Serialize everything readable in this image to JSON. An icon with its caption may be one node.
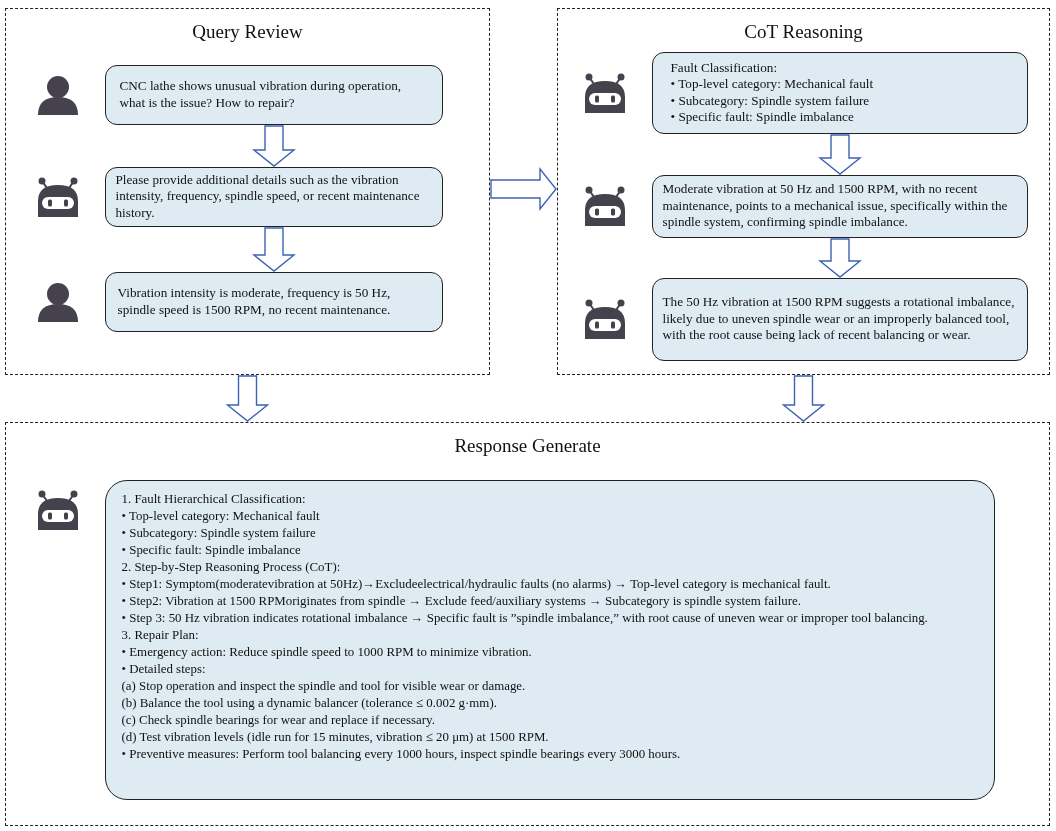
{
  "diagram": {
    "nodes": [
      {
        "text": [
          "Query Review"
        ]
      },
      {
        "text": [
          "CNC lathe shows unusual vibration during operation, what is the issue? How to repair?"
        ],
        "in": 0
      },
      {
        "text": [
          "Please provide additional details such as the vibration intensity, frequency, spindle speed, or recent maintenance history."
        ],
        "in": 0
      },
      {
        "text": [
          "Vibration intensity is moderate, frequency is 50 Hz, spindle speed is 1500 RPM, no recent maintenance."
        ],
        "in": 0
      },
      {
        "text": [
          "CoT Reasoning"
        ]
      },
      {
        "text": [
          "Fault Classification:",
          "• Top-level category: Mechanical fault",
          "• Subcategory: Spindle system failure",
          "• Specific fault: Spindle imbalance"
        ],
        "in": 4
      },
      {
        "text": [
          "Moderate vibration at 50 Hz and 1500 RPM, with no recent maintenance, points to a mechanical issue, specifically within the spindle system, confirming spindle imbalance."
        ],
        "in": 4
      },
      {
        "text": [
          "The 50 Hz vibration at 1500 RPM suggests a rotational imbalance, likely due to uneven spindle wear or an improperly balanced tool, with the root cause being lack of recent balancing or wear."
        ],
        "in": 4
      },
      {
        "text": [
          "Response Generate"
        ]
      },
      {
        "text": [
          "1. Fault Hierarchical Classification:",
          "• Top-level category: Mechanical fault",
          "• Subcategory: Spindle system failure",
          "• Specific fault: Spindle imbalance",
          "2. Step-by-Step Reasoning Process (CoT):",
          "• Step1: Symptom(moderatevibration at 50Hz)→Excludeelectrical/hydraulic faults (no alarms) → Top-level category is mechanical fault.",
          "• Step2: Vibration at 1500 RPMoriginates from spindle → Exclude feed/auxiliary systems → Subcategory is spindle system failure.",
          "• Step 3: 50 Hz vibration indicates rotational imbalance → Specific fault is ”spindle imbalance,” with root cause of uneven wear or improper tool balancing.",
          "3. Repair Plan:",
          "• Emergency action: Reduce spindle speed to 1000 RPM to minimize vibration.",
          "• Detailed steps:",
          "(a) Stop operation and inspect the spindle and tool for visible wear or damage.",
          "(b) Balance the tool using a dynamic balancer (tolerance ≤ 0.002 g·mm).",
          "(c) Check spindle bearings for wear and replace if necessary.",
          "(d) Test vibration levels (idle run for 15 minutes, vibration ≤ 20 μm) at 1500 RPM.",
          "• Preventive measures: Perform tool balancing every 1000 hours, inspect spindle bearings every 3000 hours."
        ],
        "in": 8
      }
    ],
    "edges": [
      {
        "from": 1,
        "to": 2,
        "arrow": "to"
      },
      {
        "from": 2,
        "to": 3,
        "arrow": "to"
      },
      {
        "from": 0,
        "to": 4,
        "arrow": "to"
      },
      {
        "from": 5,
        "to": 6,
        "arrow": "to"
      },
      {
        "from": 6,
        "to": 7,
        "arrow": "to"
      },
      {
        "from": 0,
        "to": 8,
        "arrow": "to"
      },
      {
        "from": 4,
        "to": 8,
        "arrow": "to"
      }
    ]
  }
}
